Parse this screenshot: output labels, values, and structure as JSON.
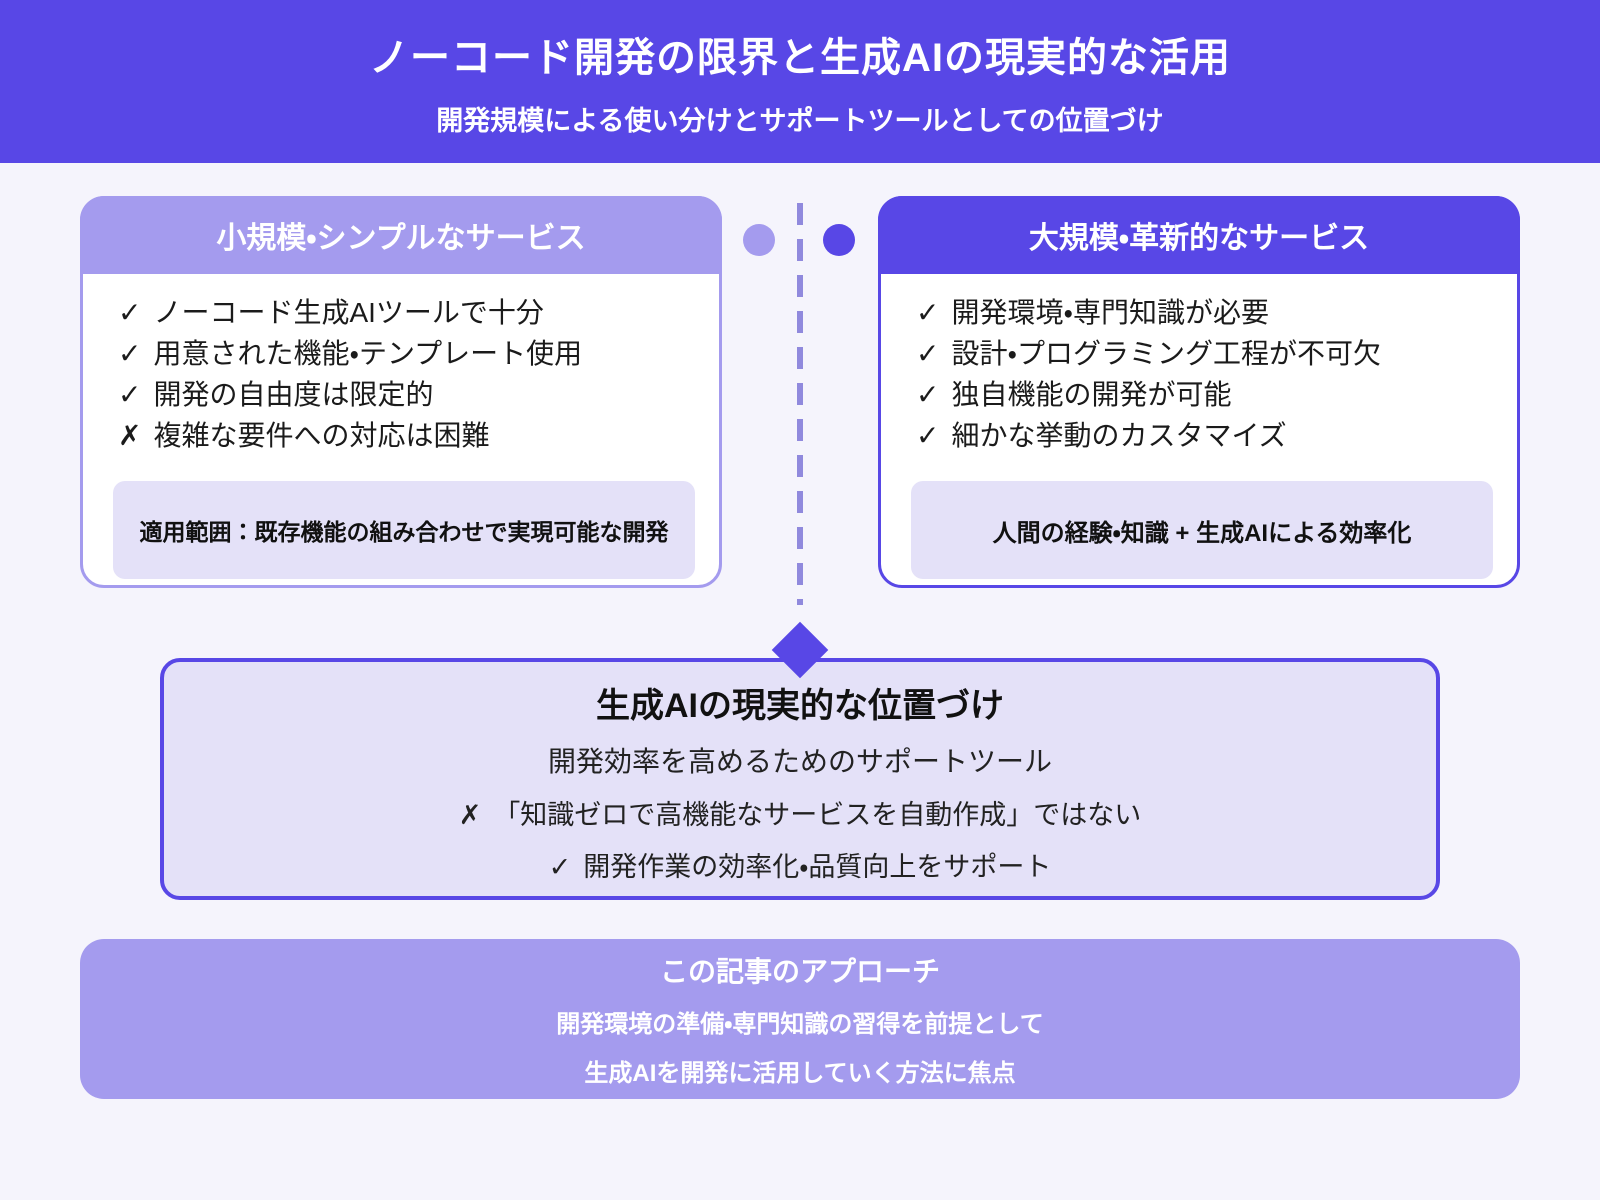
{
  "header": {
    "title": "ノーコード開発の限界と生成AIの現実的な活用",
    "subtitle": "開発規模による使い分けとサポートツールとしての位置づけ"
  },
  "left_card": {
    "title": "小規模・シンプルなサービス",
    "items": [
      {
        "mark": "✓",
        "text": "ノーコード生成AIツールで十分"
      },
      {
        "mark": "✓",
        "text": "用意された機能・テンプレート使用"
      },
      {
        "mark": "✓",
        "text": "開発の自由度は限定的"
      },
      {
        "mark": "✗",
        "text": "複雑な要件への対応は困難"
      }
    ],
    "footer": "適用範囲：既存機能の組み合わせで実現可能な開発"
  },
  "right_card": {
    "title": "大規模・革新的なサービス",
    "items": [
      {
        "mark": "✓",
        "text": "開発環境・専門知識が必要"
      },
      {
        "mark": "✓",
        "text": "設計・プログラミング工程が不可欠"
      },
      {
        "mark": "✓",
        "text": "独自機能の開発が可能"
      },
      {
        "mark": "✓",
        "text": "細かな挙動のカスタマイズ"
      }
    ],
    "footer": "人間の経験・知識 + 生成AIによる効率化"
  },
  "center_box": {
    "title": "生成AIの現実的な位置づけ",
    "subtitle": "開発効率を高めるためのサポートツール",
    "points": [
      {
        "mark": "✗",
        "text": "「知識ゼロで高機能なサービスを自動作成」ではない"
      },
      {
        "mark": "✓",
        "text": "開発作業の効率化・品質向上をサポート"
      }
    ]
  },
  "bottom_box": {
    "title": "この記事のアプローチ",
    "lines": [
      "開発環境の準備・専門知識の習得を前提として",
      "生成AIを開発に活用していく方法に焦点"
    ]
  },
  "colors": {
    "accent": "#5847e6",
    "accent_light": "#a49bee",
    "chip_fill": "#e4e1f8",
    "page_background": "#f5f4fc",
    "card_background": "#ffffff",
    "text": "#1b1b1b",
    "inverse_text": "#ffffff"
  }
}
